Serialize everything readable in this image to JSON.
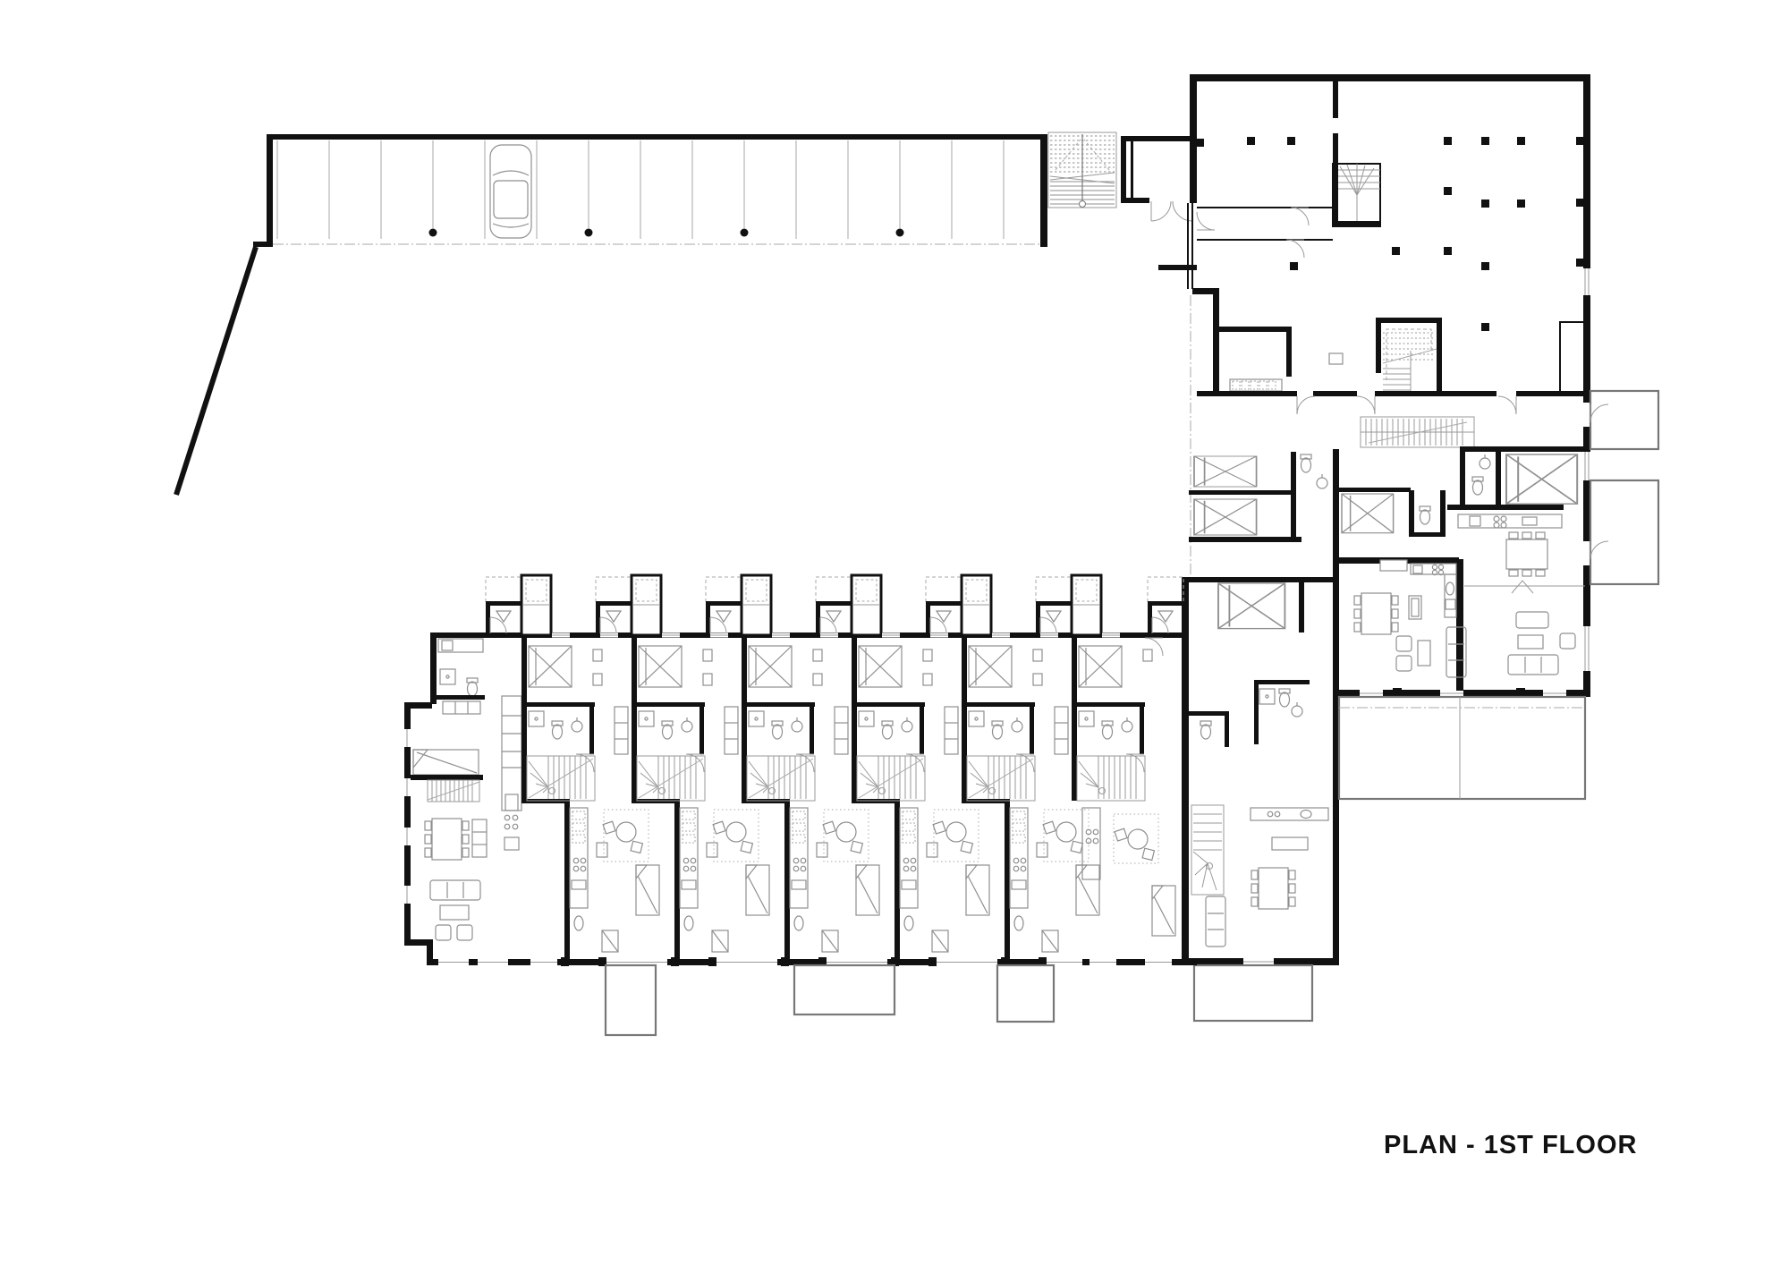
{
  "title": {
    "text": "PLAN - 1ST FLOOR"
  },
  "drawing": {
    "background_color": "#ffffff",
    "wall_color": "#111111",
    "furniture_color": "#8f8f8f",
    "dash_color": "#aaaaaa",
    "floor_label": "1ST FLOOR",
    "row_house_units": 6,
    "row_entry_vestibules": 7,
    "parking_stall_lines": 15,
    "parking_column_dots": 4,
    "cars_parked": 1,
    "hall_columns": 13,
    "exterior_terraces": 7,
    "stair_cores": 5
  }
}
